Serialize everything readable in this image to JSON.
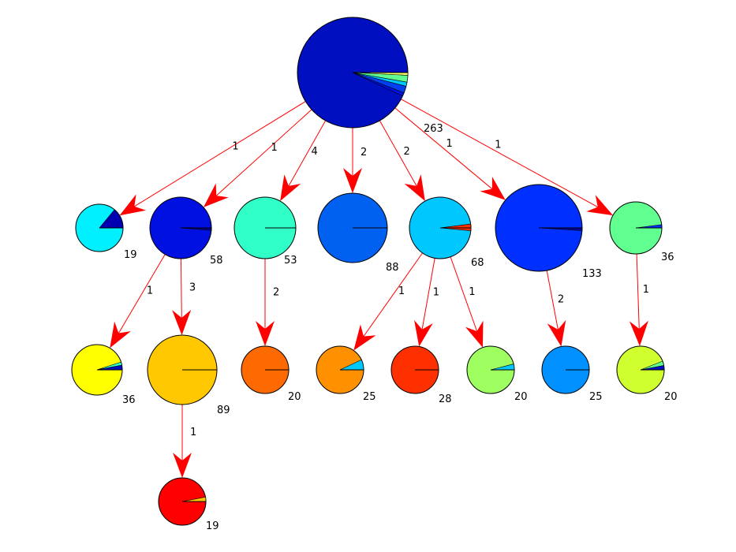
{
  "nodes": [
    {
      "id": "root",
      "count": "263",
      "color": "#0010c0",
      "slices": [
        {
          "frac": -0.008,
          "color": "#ffff60"
        },
        {
          "frac": -0.02,
          "color": "#60ff90"
        },
        {
          "frac": -0.012,
          "color": "#00c8ff"
        },
        {
          "frac": -0.02,
          "color": "#0040f0"
        },
        {
          "frac": -0.01,
          "color": "#0010e0"
        }
      ]
    },
    {
      "id": "n19a",
      "count": "19",
      "color": "#00f0ff",
      "slices": [
        {
          "frac": 0.14,
          "color": "#0000b0"
        }
      ]
    },
    {
      "id": "n58",
      "count": "58",
      "color": "#0010e0",
      "slices": [
        {
          "frac": -0.012,
          "color": "#60ffb0"
        },
        {
          "frac": 0.012,
          "color": "#0000a0"
        }
      ]
    },
    {
      "id": "n53",
      "count": "53",
      "color": "#30ffc8",
      "slices": []
    },
    {
      "id": "n88",
      "count": "88",
      "color": "#0060f0",
      "slices": []
    },
    {
      "id": "n68",
      "count": "68",
      "color": "#00c8ff",
      "slices": [
        {
          "frac": 0.02,
          "color": "#0010c0"
        },
        {
          "frac": -0.035,
          "color": "#ff3000"
        }
      ]
    },
    {
      "id": "n133",
      "count": "133",
      "color": "#0030ff",
      "slices": [
        {
          "frac": -0.01,
          "color": "#0000a0"
        }
      ]
    },
    {
      "id": "n36a",
      "count": "36",
      "color": "#60ff90",
      "slices": [
        {
          "frac": 0.02,
          "color": "#0030ff"
        }
      ]
    },
    {
      "id": "n36b",
      "count": "36",
      "color": "#ffff00",
      "slices": [
        {
          "frac": 0.03,
          "color": "#0010c0"
        },
        {
          "frac": 0.02,
          "color": "#30ffc8"
        }
      ]
    },
    {
      "id": "n89",
      "count": "89",
      "color": "#ffc800",
      "slices": []
    },
    {
      "id": "n20a",
      "count": "20",
      "color": "#ff6a00",
      "slices": []
    },
    {
      "id": "n25a",
      "count": "25",
      "color": "#ff9000",
      "slices": [
        {
          "frac": 0.07,
          "color": "#00c8ff"
        }
      ]
    },
    {
      "id": "n28",
      "count": "28",
      "color": "#ff3000",
      "slices": []
    },
    {
      "id": "n20b",
      "count": "20",
      "color": "#a0ff60",
      "slices": [
        {
          "frac": 0.04,
          "color": "#00c8ff"
        }
      ]
    },
    {
      "id": "n25b",
      "count": "25",
      "color": "#0090ff",
      "slices": []
    },
    {
      "id": "n20c",
      "count": "20",
      "color": "#d0ff30",
      "slices": [
        {
          "frac": 0.03,
          "color": "#0010c0"
        },
        {
          "frac": 0.03,
          "color": "#60ff90"
        }
      ]
    },
    {
      "id": "n19b",
      "count": "19",
      "color": "#ff0000",
      "slices": [
        {
          "frac": 0.03,
          "color": "#ffc800"
        }
      ]
    }
  ],
  "edges": [
    {
      "from": "root",
      "to": "n19a",
      "label": "1"
    },
    {
      "from": "root",
      "to": "n58",
      "label": "1"
    },
    {
      "from": "root",
      "to": "n53",
      "label": "4"
    },
    {
      "from": "root",
      "to": "n88",
      "label": "2"
    },
    {
      "from": "root",
      "to": "n68",
      "label": "2"
    },
    {
      "from": "root",
      "to": "n133",
      "label": "1"
    },
    {
      "from": "root",
      "to": "n36a",
      "label": "1"
    },
    {
      "from": "n58",
      "to": "n36b",
      "label": "1"
    },
    {
      "from": "n58",
      "to": "n89",
      "label": "3"
    },
    {
      "from": "n53",
      "to": "n20a",
      "label": "2"
    },
    {
      "from": "n68",
      "to": "n25a",
      "label": "1"
    },
    {
      "from": "n68",
      "to": "n28",
      "label": "1"
    },
    {
      "from": "n68",
      "to": "n20b",
      "label": "1"
    },
    {
      "from": "n133",
      "to": "n25b",
      "label": "2"
    },
    {
      "from": "n36a",
      "to": "n20c",
      "label": "1"
    },
    {
      "from": "n89",
      "to": "n19b",
      "label": "1"
    }
  ],
  "colors": {
    "edge": "#ff0000",
    "outline": "#000000"
  }
}
